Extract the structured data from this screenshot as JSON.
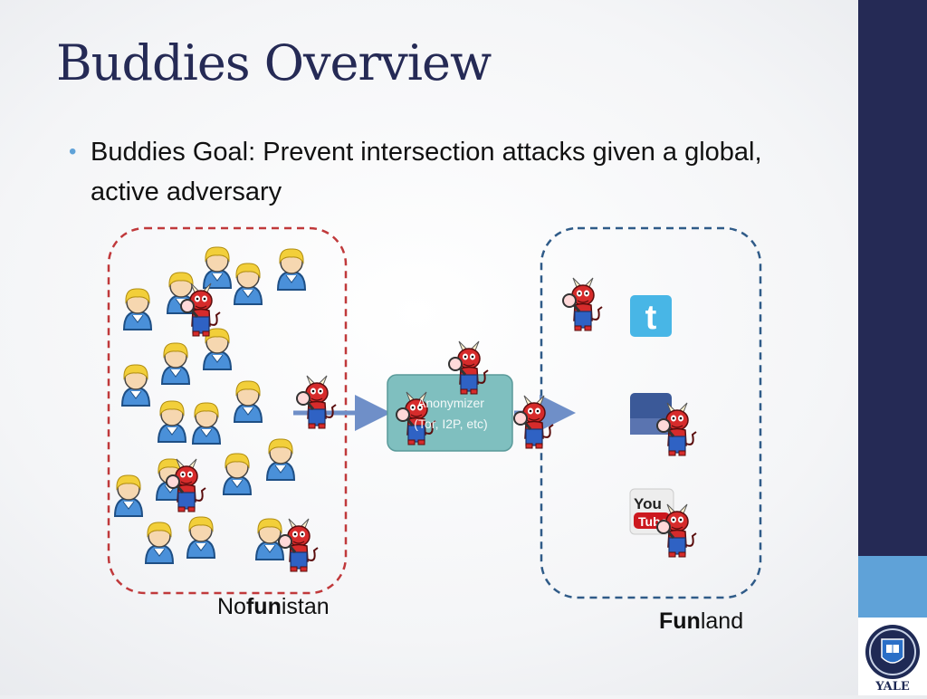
{
  "slide": {
    "title": "Buddies Overview",
    "bullet": "Buddies Goal: Prevent intersection attacks given a global, active adversary"
  },
  "diagram": {
    "left_region": {
      "label_prefix": "No",
      "label_bold": "fun",
      "label_suffix": "istan",
      "border_color": "#c0393b"
    },
    "right_region": {
      "label_bold": "Fun",
      "label_suffix": "land",
      "border_color": "#2f5b88"
    },
    "anonymizer": {
      "line1": "Anonymizer",
      "line2": "(Tor, I2P, etc)",
      "color": "#7fbfbf"
    },
    "services": [
      {
        "name": "twitter-logo-icon",
        "text": ""
      },
      {
        "name": "facebook-logo-icon",
        "text": ""
      },
      {
        "name": "youtube-logo-icon",
        "text": "You Tube"
      }
    ]
  },
  "logo": {
    "text": "YALE",
    "icon": "yale-shield-icon"
  },
  "colors": {
    "accent": "#252a55",
    "light_accent": "#5fa2d8",
    "arrow": "#6f8fc8",
    "user_shirt": "#4a90d9",
    "user_hair": "#f2cf3a",
    "adversary": "#d62b2b"
  }
}
